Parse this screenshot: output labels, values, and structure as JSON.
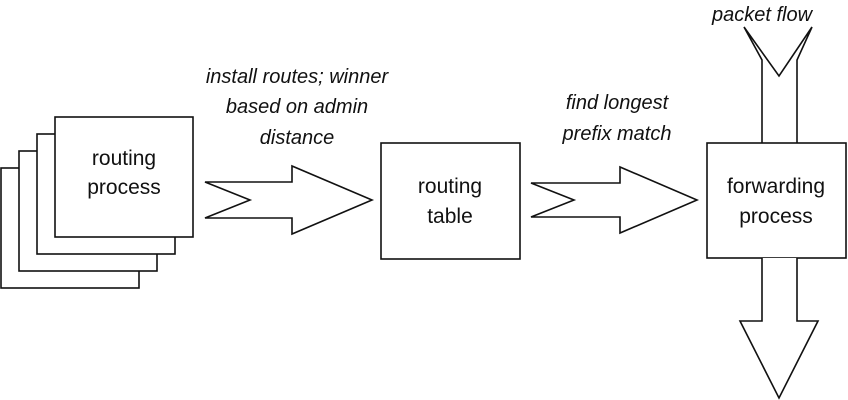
{
  "colors": {
    "stroke": "#111111",
    "fill": "#ffffff",
    "text": "#111111"
  },
  "boxes": {
    "routing_process": {
      "line1": "routing",
      "line2": "process"
    },
    "routing_table": {
      "line1": "routing",
      "line2": "table"
    },
    "forwarding_process": {
      "line1": "forwarding",
      "line2": "process"
    }
  },
  "annotations": {
    "install_routes": {
      "line1": "install routes; winner",
      "line2": "based on admin",
      "line3": "distance"
    },
    "longest_prefix": {
      "line1": "find longest",
      "line2": "prefix match"
    },
    "packet_flow": "packet flow"
  }
}
